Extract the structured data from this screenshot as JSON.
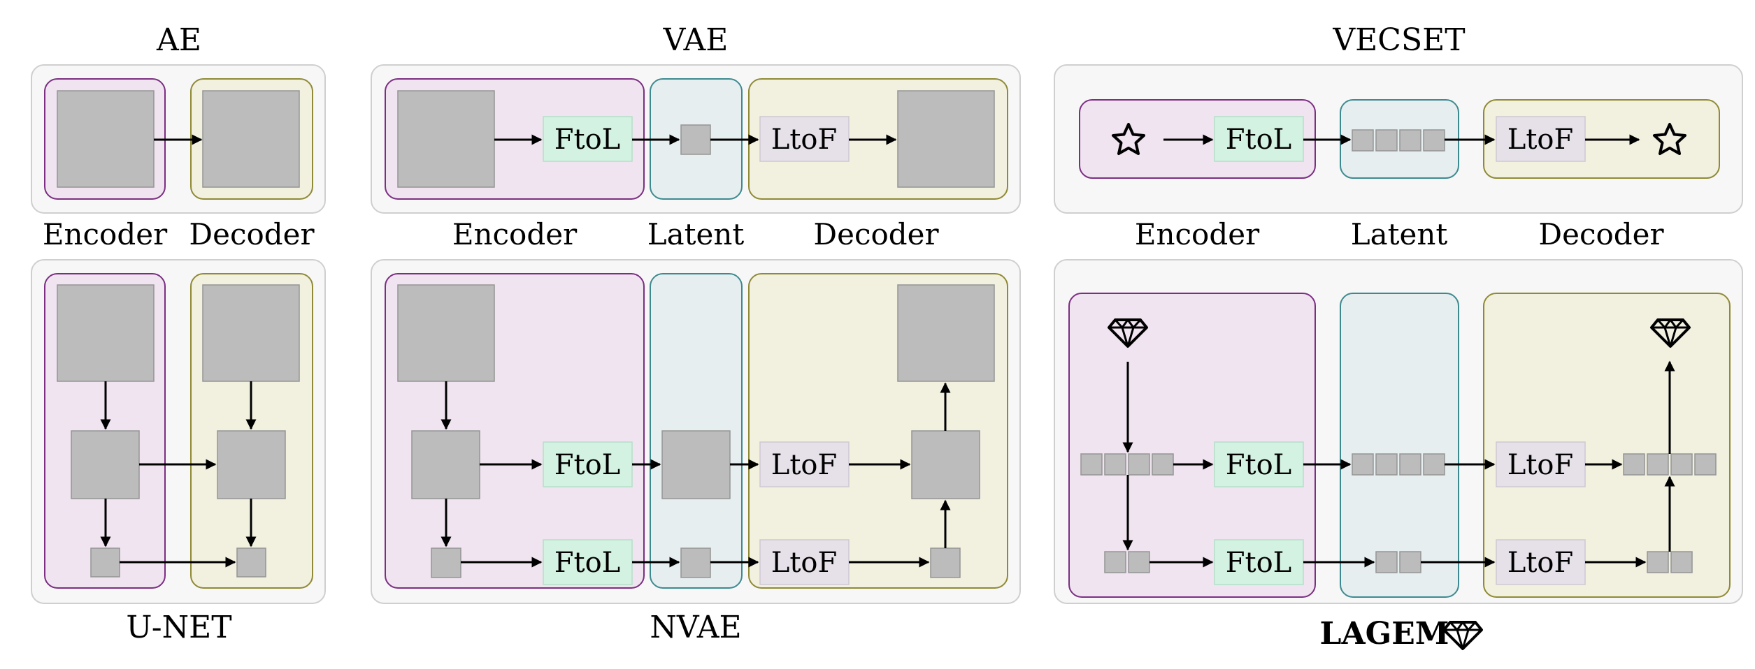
{
  "titles": {
    "ae": "AE",
    "vae": "VAE",
    "vecset": "VECSET",
    "unet": "U-NET",
    "nvae": "NVAE",
    "lagem": "LAGEM"
  },
  "labels": {
    "encoder": "Encoder",
    "decoder": "Decoder",
    "latent": "Latent"
  },
  "blocks": {
    "ftol": "FtoL",
    "ltof": "LtoF"
  },
  "icons": {
    "vecset_input": "star-icon",
    "vecset_output": "star-icon",
    "lagem_input": "gem-icon",
    "lagem_output": "gem-icon",
    "lagem_title": "gem-icon"
  },
  "colors": {
    "encoder_fill": "#efe4ef",
    "encoder_border": "#7b2e82",
    "latent_fill": "#e6eef0",
    "latent_border": "#3c8a90",
    "decoder_fill": "#f2f0df",
    "decoder_border": "#8f8a35",
    "ftol_fill": "#d4f2e2",
    "ltof_fill": "#e6e0e8",
    "feature_fill": "#bcbcbc"
  }
}
